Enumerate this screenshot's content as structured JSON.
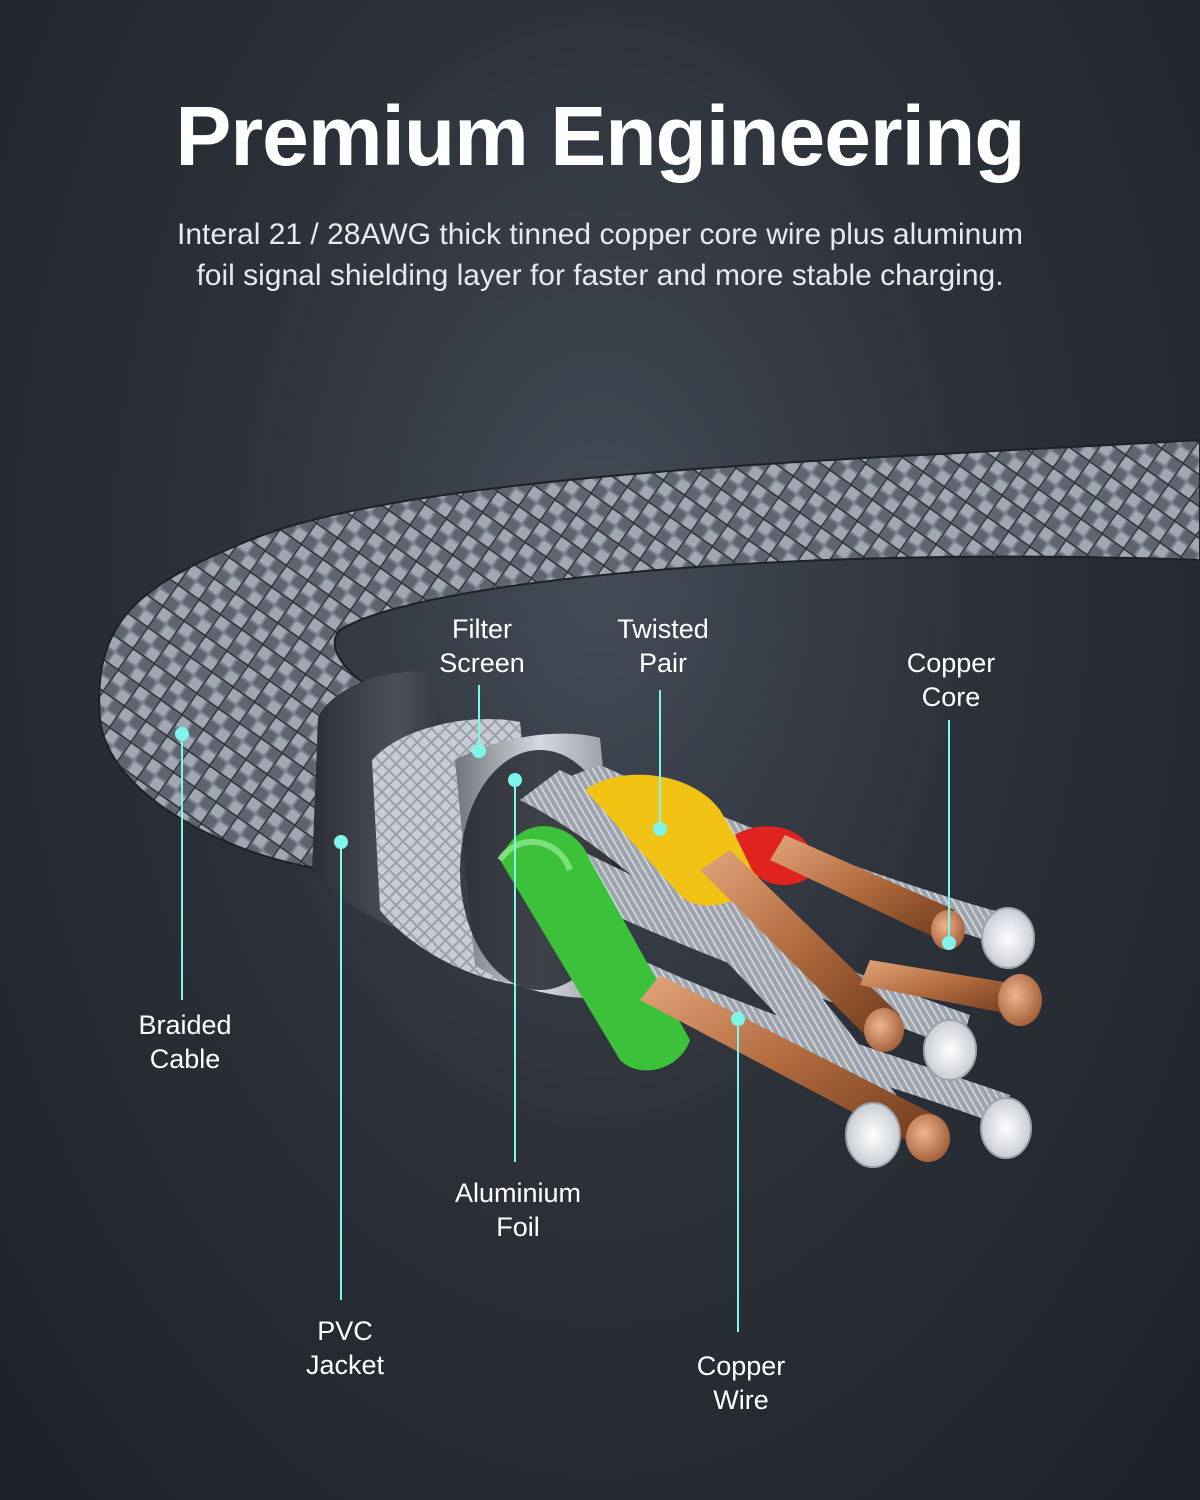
{
  "heading": {
    "title": "Premium Engineering",
    "subtitle": "Interal 21 / 28AWG thick tinned copper core wire plus aluminum foil signal shielding layer for faster and more stable charging."
  },
  "callouts": {
    "braided_cable": [
      "Braided",
      "Cable"
    ],
    "pvc_jacket": [
      "PVC",
      "Jacket"
    ],
    "filter_screen": [
      "Filter",
      "Screen"
    ],
    "aluminium_foil": [
      "Aluminium",
      "Foil"
    ],
    "twisted_pair": [
      "Twisted",
      "Pair"
    ],
    "copper_core": [
      "Copper",
      "Core"
    ],
    "copper_wire": [
      "Copper",
      "Wire"
    ]
  },
  "colors": {
    "callout_accent": "#7ff5ec",
    "braid": "#8a909c",
    "copper": "#b8764a",
    "yellow_insulation": "#f2c314",
    "green_insulation": "#3cc23a",
    "red_insulation": "#e0231f"
  }
}
